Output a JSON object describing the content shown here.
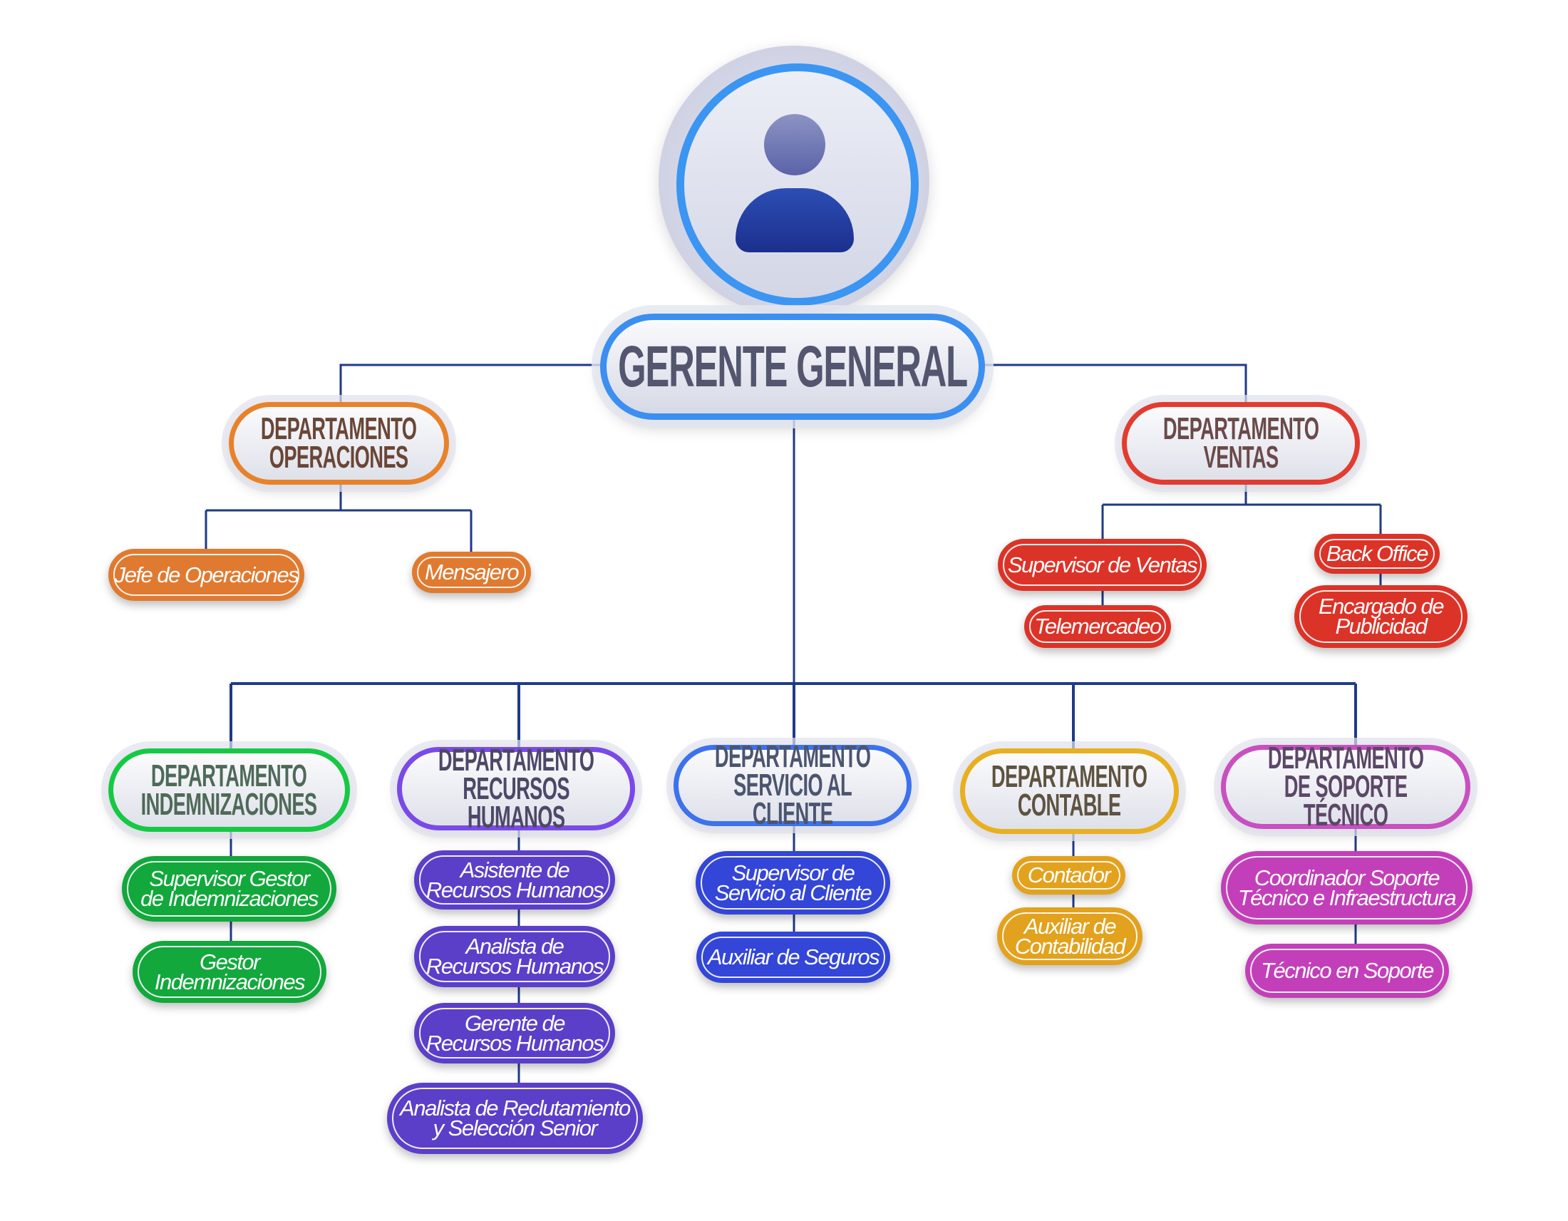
{
  "top": {
    "title": "GERENTE GENERAL",
    "icon": "user-avatar-icon"
  },
  "departments": {
    "operaciones": {
      "label": "DEPARTAMENTO OPERACIONES",
      "color": "#e8822a",
      "children": [
        "Jefe de Operaciones",
        "Mensajero"
      ]
    },
    "ventas": {
      "label": "DEPARTAMENTO VENTAS",
      "color": "#e23c30",
      "children": [
        "Supervisor de Ventas",
        "Telemercadeo",
        "Back Office",
        "Encargado de\nPublicidad"
      ]
    },
    "indemnizaciones": {
      "label": "DEPARTAMENTO INDEMNIZACIONES",
      "color": "#12a83c",
      "children": [
        "Supervisor Gestor\nde Indemnizaciones",
        "Gestor\nIndemnizaciones"
      ]
    },
    "rrhh": {
      "label": "DEPARTAMENTO RECURSOS HUMANOS",
      "color": "#5b3fc9",
      "children": [
        "Asistente de\nRecursos Humanos",
        "Analista de\nRecursos Humanos",
        "Gerente de\nRecursos Humanos",
        "Analista de Reclutamiento\ny Selección Senior"
      ]
    },
    "servicio": {
      "label": "DEPARTAMENTO SERVICIO AL CLIENTE",
      "color": "#3346d8",
      "children": [
        "Supervisor de\nServicio al Cliente",
        "Auxiliar de Seguros"
      ]
    },
    "contable": {
      "label": "DEPARTAMENTO CONTABLE",
      "color": "#e2a21e",
      "children": [
        "Contador",
        "Auxiliar de\nContabilidad"
      ]
    },
    "soporte": {
      "label": "DEPARTAMENTO DE SOPORTE TÉCNICO",
      "color": "#c33fb9",
      "children": [
        "Coordinador Soporte\nTécnico e Infraestructura",
        "Técnico en Soporte"
      ]
    }
  }
}
